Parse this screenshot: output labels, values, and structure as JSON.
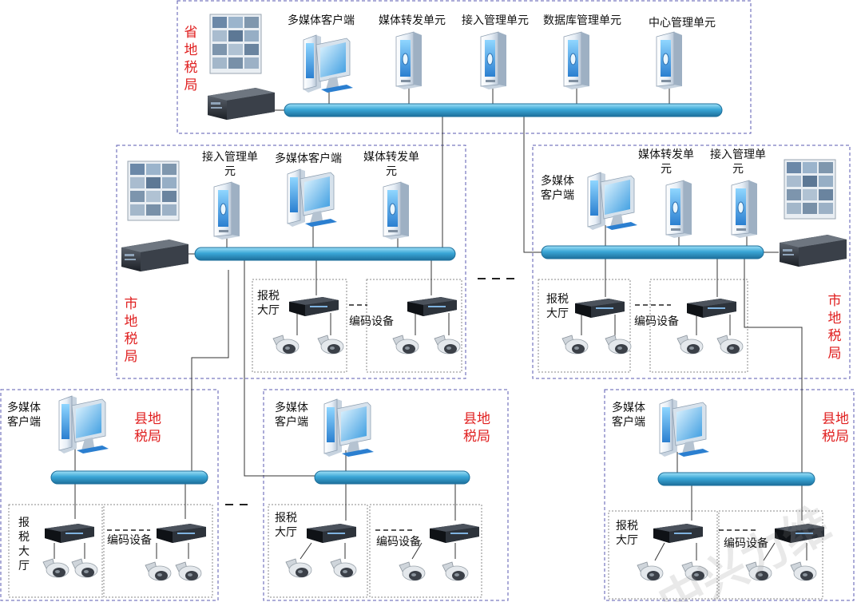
{
  "colors": {
    "bus": "#2a8fc0",
    "bus_light": "#7fd3f3",
    "region_label": "#e02020",
    "border": "#5a5ab0",
    "device": "#222831"
  },
  "province": {
    "name": "省地税局",
    "servers": [
      "多媒体客户端",
      "媒体转发单元",
      "接入管理单元",
      "数据库管理单元",
      "中心管理单元"
    ]
  },
  "city_left": {
    "name": "市地税局",
    "server_access": "接入管理单元",
    "server_client": "多媒体客户端",
    "server_forward": "媒体转发单元",
    "hall": "报税大厅",
    "encoder": "编码设备"
  },
  "city_right": {
    "name": "市地税局",
    "server_client": "多媒体客户端",
    "server_forward": "媒体转发单元",
    "server_access": "接入管理单元",
    "hall": "报税大厅",
    "encoder": "编码设备"
  },
  "county_1": {
    "name": "县地税局",
    "client": "多媒体客户端",
    "hall": "报税大厅",
    "encoder": "编码设备"
  },
  "county_2": {
    "name": "县地税局",
    "client": "多媒体客户端",
    "hall": "报税大厅",
    "encoder": "编码设备"
  },
  "county_3": {
    "name": "县地税局",
    "client": "多媒体客户端",
    "hall": "报税大厅",
    "encoder": "编码设备"
  },
  "watermark": "中兴力维"
}
